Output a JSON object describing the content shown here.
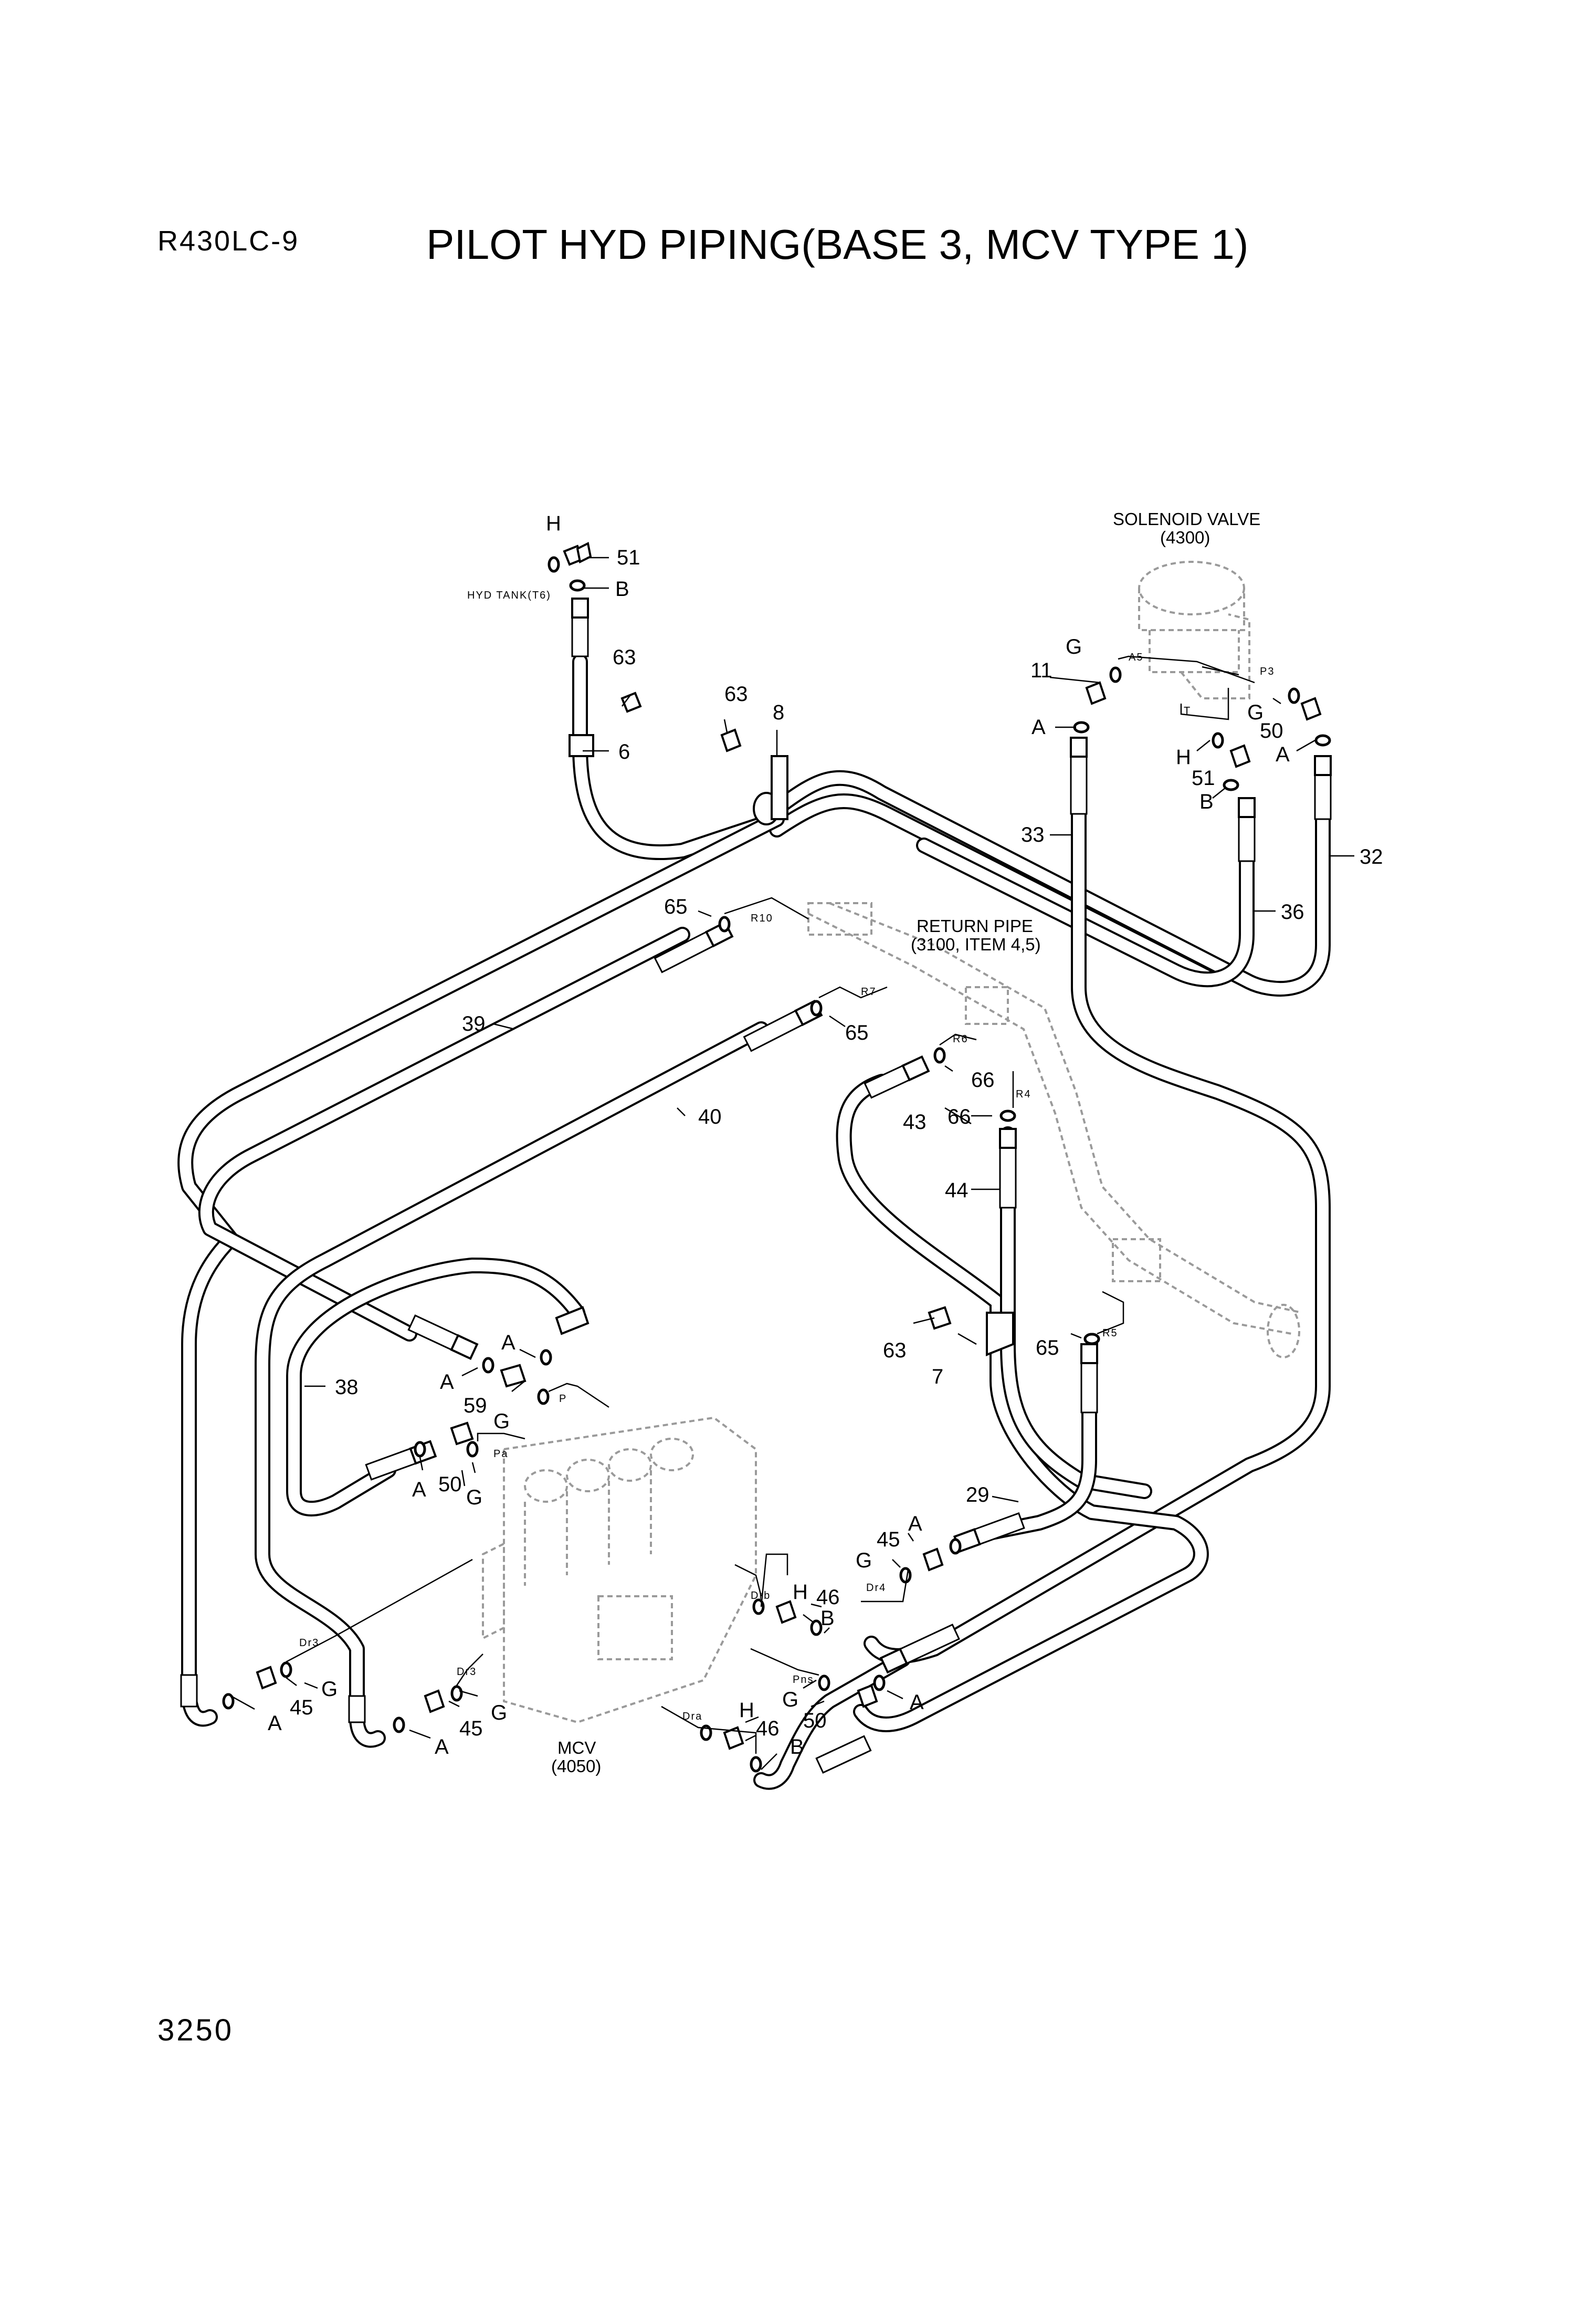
{
  "header": {
    "model": "R430LC-9",
    "title": "PILOT HYD PIPING(BASE 3, MCV TYPE 1)"
  },
  "footer": {
    "page_number": "3250"
  },
  "components": {
    "solenoid_valve": [
      "SOLENOID VALVE",
      "(4300)"
    ],
    "return_pipe": [
      "RETURN PIPE",
      "(3100, ITEM 4,5)"
    ],
    "mcv": [
      "MCV",
      "(4050)"
    ],
    "hyd_tank": "HYD TANK(T6)"
  },
  "callouts": [
    "H",
    "51",
    "B",
    "63",
    "63",
    "8",
    "6",
    "G",
    "A5",
    "11",
    "P3",
    "A",
    "G",
    "50",
    "T",
    "H",
    "A",
    "51",
    "B",
    "33",
    "32",
    "36",
    "65",
    "R10",
    "39",
    "R7",
    "65",
    "R6",
    "40",
    "66",
    "R4",
    "66",
    "43",
    "44",
    "A",
    "A",
    "38",
    "59",
    "G",
    "P",
    "Pa",
    "A",
    "50",
    "G",
    "63",
    "7",
    "65",
    "R5",
    "29",
    "A",
    "45",
    "G",
    "Dr4",
    "Drb",
    "H",
    "46",
    "B",
    "Dr3",
    "Dr3",
    "G",
    "45",
    "A",
    "A",
    "45",
    "G",
    "Pns",
    "G",
    "50",
    "A",
    "Dra",
    "H",
    "46",
    "B"
  ]
}
